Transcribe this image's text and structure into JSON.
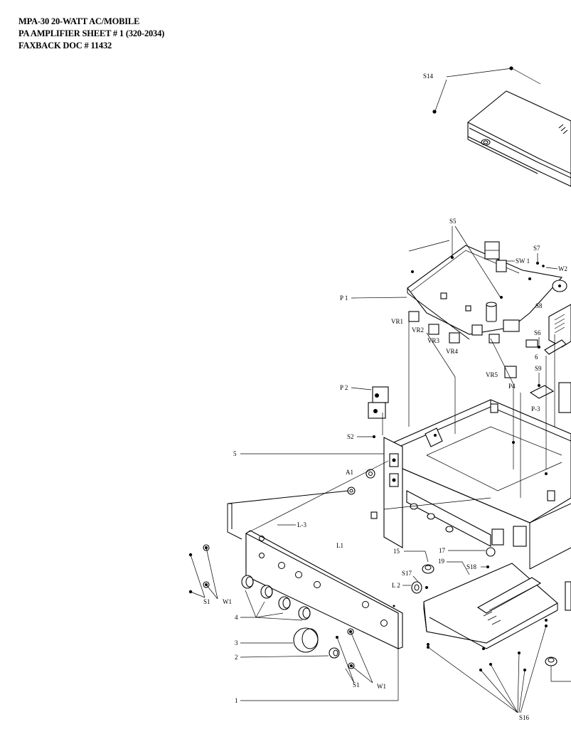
{
  "header": {
    "line1": "MPA-30  20-WATT AC/MOBILE",
    "line2": "PA AMPLIFIER  SHEET # 1  (320-2034)",
    "line3": "FAXBACK DOC # 11432"
  },
  "labels": {
    "s14": "S14",
    "s5": "S5",
    "sw1": "SW 1",
    "s7": "S7",
    "w2": "W2",
    "p1": "P 1",
    "s8": "S8",
    "vr1": "VR1",
    "vr2": "VR2",
    "vr3": "VR3",
    "vr4": "VR4",
    "s6": "S6",
    "n6": "6",
    "vr5": "VR5",
    "p4": "P4",
    "s9": "S9",
    "p2": "P 2",
    "p3": "P-3",
    "s2": "S2",
    "n5": "5",
    "a1": "A1",
    "l3": "L-3",
    "l1": "L1",
    "n15": "15",
    "n17": "17",
    "n19": "19",
    "s18": "S18",
    "s17": "S17",
    "l2": "L 2",
    "s1a": "S1",
    "w1a": "W1",
    "n4": "4",
    "n3": "3",
    "n2": "2",
    "s1b": "S1",
    "w1b": "W1",
    "n1": "1",
    "s16": "S16"
  }
}
